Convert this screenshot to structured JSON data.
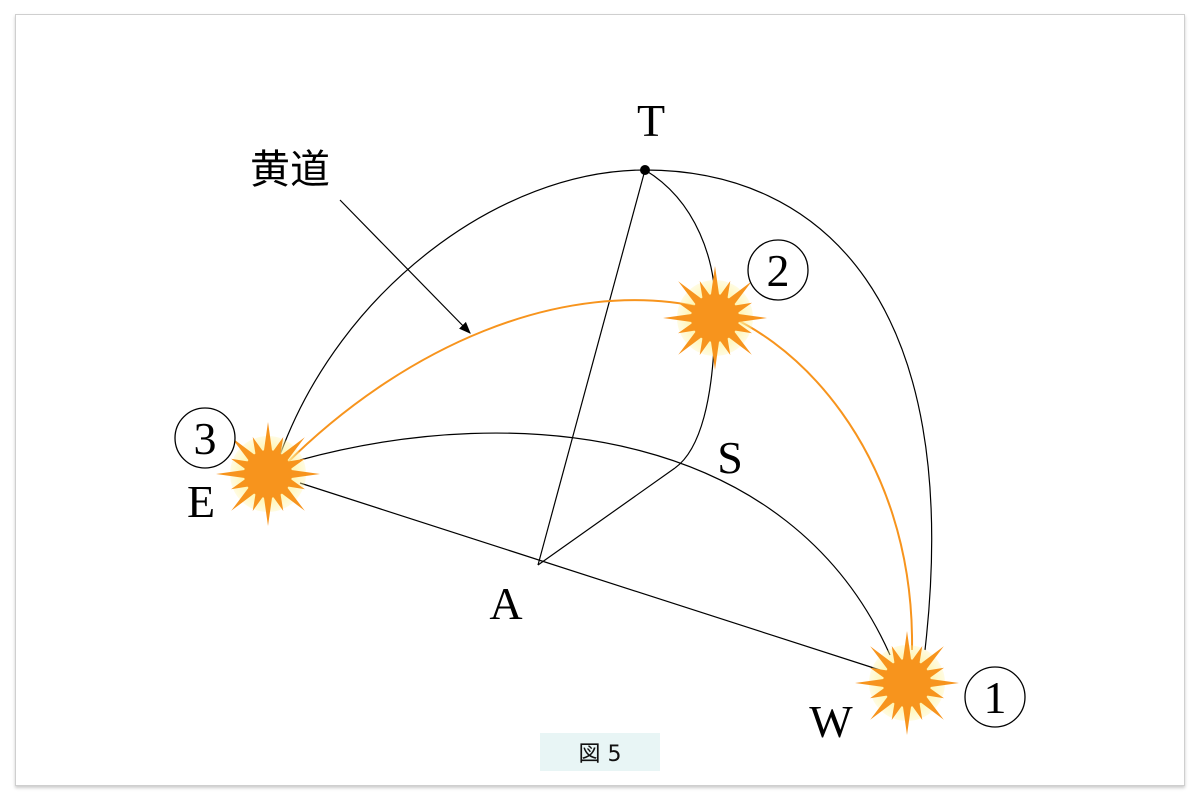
{
  "labels": {
    "T": "T",
    "S": "S",
    "A": "A",
    "E": "E",
    "W": "W",
    "ecliptic": "黄道"
  },
  "positions_markers": {
    "one": "1",
    "two": "2",
    "three": "3"
  },
  "caption": "図 5",
  "colors": {
    "sun": "#f7941d",
    "glow": "#fff3a0",
    "ecliptic": "#f7941d",
    "line": "#000000",
    "caption_bg": "#e8f5f5"
  }
}
